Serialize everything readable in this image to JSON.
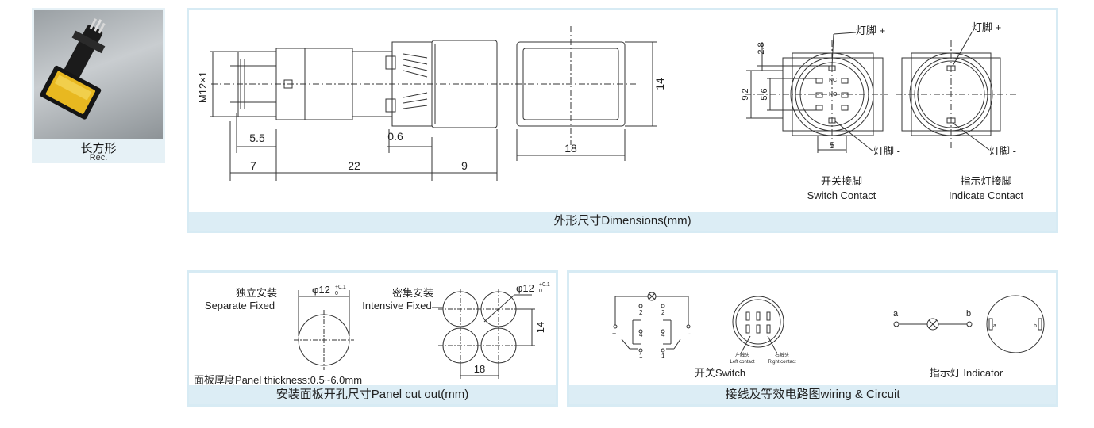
{
  "thumbnail": {
    "label_cn": "长方形",
    "label_en": "Rec."
  },
  "dimensions": {
    "caption": "外形尺寸Dimensions(mm)",
    "thread": "M12×1",
    "dim_5_5": "5.5",
    "dim_0_6": "0.6",
    "dim_7": "7",
    "dim_22": "22",
    "dim_9": "9",
    "dim_14": "14",
    "dim_18": "18",
    "dim_2_8": "2.8",
    "dim_9_2": "9.2",
    "dim_5_6": "5.6",
    "dim_5": "5",
    "lamp_plus": "灯脚 +",
    "lamp_minus": "灯脚 -",
    "switch_contact_cn": "开关接脚",
    "switch_contact_en": "Switch Contact",
    "indicate_contact_cn": "指示灯接脚",
    "indicate_contact_en": "Indicate Contact",
    "nc": "NC",
    "no": "NO"
  },
  "cutout": {
    "caption": "安装面板开孔尺寸Panel cut out(mm)",
    "separate_cn": "独立安装",
    "separate_en": "Separate Fixed",
    "intensive_cn": "密集安装",
    "intensive_en": "Intensive Fixed",
    "phi": "φ12",
    "tol_plus": "+0.1",
    "tol_zero": "0",
    "dim_14": "14",
    "dim_18": "18",
    "panel_thickness": "面板厚度Panel thickness:0.5~6.0mm"
  },
  "wiring": {
    "caption": "接线及等效电路图wiring & Circuit",
    "n2a": "2",
    "n2b": "2",
    "n4a": "4",
    "n4b": "4",
    "n1a": "1",
    "n1b": "1",
    "plus": "+",
    "minus": "-",
    "left_cn": "左触头",
    "left_en": "Left contact",
    "right_cn": "右触头",
    "right_en": "Right contact",
    "switch_label": "开关Switch",
    "a": "a",
    "b": "b",
    "indicator_label": "指示灯 Indicator"
  }
}
